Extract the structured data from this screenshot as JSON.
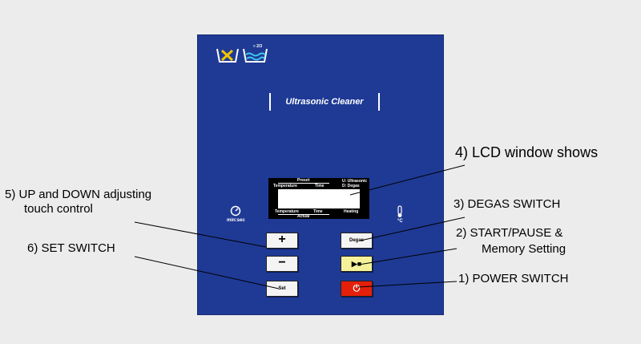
{
  "panel": {
    "title": "Ultrasonic Cleaner",
    "timer_label": "min:sec",
    "temp_label": "°C"
  },
  "lcd": {
    "preset": "Preset",
    "temperature_top": "Temperature",
    "time_top": "Time",
    "mode_ultrasonic": "U: Ultrasonic",
    "mode_degas": "D: Degas",
    "temperature_bottom": "Temperature",
    "time_bottom": "Time",
    "heating": "Heating",
    "actual": "Actual"
  },
  "buttons": {
    "plus": "+",
    "minus": "−",
    "degas": "Degas",
    "start_pause": "▶■",
    "set": "Set",
    "power": "⏻"
  },
  "callouts": {
    "lcd": "4)  LCD window shows",
    "updown_1": "5)  UP and DOWN adjusting",
    "updown_2": "touch control",
    "set": "6)  SET SWITCH",
    "degas": "3)  DEGAS  SWITCH",
    "start_1": "2)  START/PAUSE &",
    "start_2": "Memory Setting",
    "power": "1)  POWER SWITCH"
  },
  "icons": {
    "no_dry": "tank-cross-icon",
    "water_level": "water-level-icon",
    "water_level_text": "≈ 2/3",
    "timer": "timer-icon",
    "thermometer": "thermometer-icon"
  }
}
